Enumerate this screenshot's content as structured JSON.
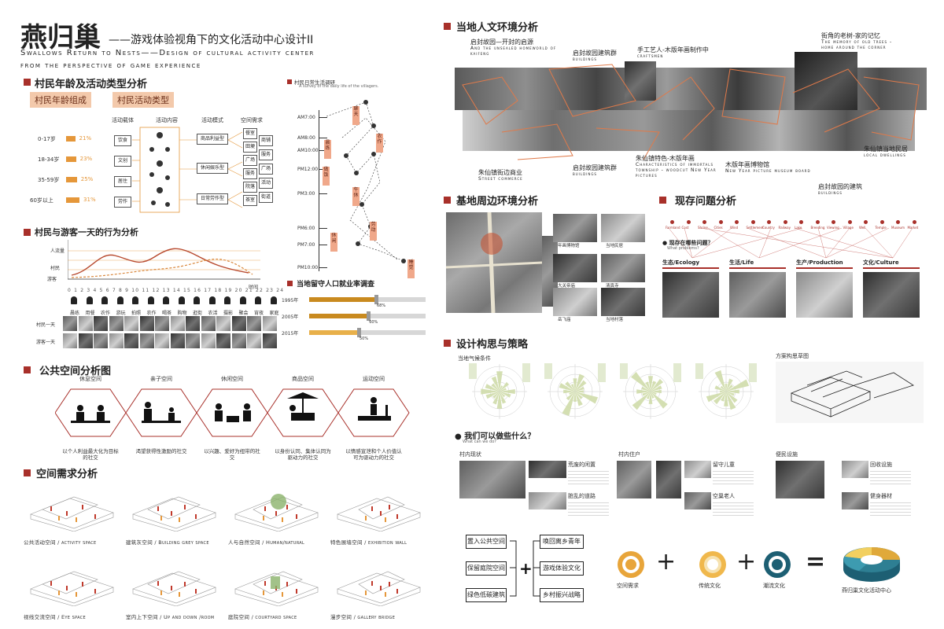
{
  "header": {
    "title_cn": "燕归巢",
    "subtitle_cn": "——游戏体验视角下的文化活动中心设计II",
    "subtitle_en1": "Swallows Return to Nests——Design of cultural activity center",
    "subtitle_en2": "from the perspective of game experience"
  },
  "age_section": {
    "title": "村民年龄及活动类型分析",
    "tag_age": "村民年龄组成",
    "tag_activity": "村民活动类型",
    "col_carrier": "活动载体",
    "col_content": "活动内容",
    "col_mode": "活动模式",
    "col_need": "空间需求",
    "ages": [
      {
        "label": "0-17岁",
        "pct": "21%",
        "value": 21
      },
      {
        "label": "18-34岁",
        "pct": "23%",
        "value": 23
      },
      {
        "label": "35-59岁",
        "pct": "25%",
        "value": 25
      },
      {
        "label": "60岁以上",
        "pct": "31%",
        "value": 31
      }
    ],
    "carriers": [
      "饮食",
      "文创",
      "居住",
      "劳作"
    ],
    "modes": [
      "商品利益型",
      "休闲娱乐型",
      "日常劳作型"
    ],
    "needs": [
      "餐室",
      "田埂",
      "广场",
      "服务",
      "院落",
      "茶室"
    ],
    "needs2": [
      "商铺",
      "服务",
      "广场",
      "活动",
      "街道"
    ]
  },
  "daily": {
    "title": "村民日常生活调研",
    "subtitle": "A survey of the daily life of the villagers.",
    "times": [
      "AM7:00",
      "AM8:00",
      "AM10:00",
      "PM12:00",
      "PM3:00",
      "PM6:00",
      "PM7:00",
      "PM10:00"
    ]
  },
  "behavior": {
    "title": "村民与游客一天的行为分析",
    "y_top": "人流量",
    "y_mid": "村民",
    "y_bot": "游客",
    "x_label": "时间",
    "row1": "村民一天",
    "row2": "游客一天",
    "activities": [
      "晨练",
      "用餐",
      "农作",
      "游玩",
      "拍照",
      "农作",
      "喝茶",
      "购物",
      "逛街",
      "农活",
      "摄影",
      "聚会",
      "宵夜",
      "家庭"
    ]
  },
  "employment": {
    "title": "当地留守人口就业率调查",
    "rows": [
      {
        "year": "1995年",
        "pct": "68%",
        "value": 68
      },
      {
        "year": "2005年",
        "pct": "60%",
        "value": 60
      },
      {
        "year": "2015年",
        "pct": "50%",
        "value": 50
      }
    ]
  },
  "public": {
    "title": "公共空间分析图",
    "items": [
      {
        "label": "休息空间",
        "caption": "以个人利益最大化为目标的社交"
      },
      {
        "label": "亲子空间",
        "caption": "渴望获得性激励的社交"
      },
      {
        "label": "休闲空间",
        "caption": "以兴趣、爱好为纽带的社交"
      },
      {
        "label": "商品空间",
        "caption": "以身份认同、集体认同为驱动力的社交"
      },
      {
        "label": "运动空间",
        "caption": "以情感宣泄和个人价值认可为驱动力的社交"
      }
    ]
  },
  "space_need": {
    "title": "空间需求分析",
    "items": [
      "公共活动空间 / activity space",
      "建筑灰空间 / Building grey space",
      "人与自然空间 / Human/natural",
      "特色展墙空间 / exhibition wall",
      "视线交流空间 / Eye space",
      "室内上下空间 / Up and down /room",
      "庭院空间 / courtyard space",
      "漫步空间 / gallery bridge"
    ]
  },
  "humanity": {
    "title": "当地人文环境分析",
    "labels": [
      {
        "cn": "启封故园—开封的启源",
        "en": "And the unsealed homeworld of kaifeng"
      },
      {
        "cn": "启封故园建筑群",
        "en": "buildings"
      },
      {
        "cn": "手工艺人-木版年画制作中",
        "en": "craftsmen"
      },
      {
        "cn": "街角的老树-家的记忆",
        "en": "The memory of old trees - home around the corner"
      },
      {
        "cn": "朱仙镇街边商业",
        "en": "Street commerce"
      },
      {
        "cn": "启封故园建筑群",
        "en": "buildings"
      },
      {
        "cn": "朱仙镇特色-木版年画",
        "en": "Characteristics of immortals township - woodcut New Year pictures"
      },
      {
        "cn": "木版年画博物馆",
        "en": "New Year picture museum board"
      },
      {
        "cn": "朱仙镇当地民居",
        "en": "local dwellings"
      },
      {
        "cn": "启封故园的建筑",
        "en": "buildings"
      }
    ]
  },
  "site": {
    "title": "基地周边环境分析",
    "thumbs": [
      "年画博物馆",
      "当地民居",
      "大关帝庙",
      "清真寺",
      "岳飞庙",
      "当地村落"
    ]
  },
  "problems": {
    "title": "现存问题分析",
    "subtitle": "现存在哪些问题？",
    "subtitle_en": "What problems?",
    "keywords": [
      "Farmland",
      "Cost",
      "Shrine",
      "Cities",
      "Wind",
      "Settlement",
      "Country",
      "Railway",
      "Lake",
      "Breeding",
      "Viewing",
      "Village",
      "Well",
      "Temple",
      "Museum",
      "Market"
    ],
    "cats": [
      "生态/Ecology",
      "生活/Life",
      "生产/Production",
      "文化/Culture"
    ]
  },
  "strategy": {
    "title": "设计构思与策略",
    "climate": "当地气候条件",
    "sketch": "方案构思草图",
    "what": "我们可以做些什么？",
    "what_en": "What can we do?",
    "groups": [
      "村内现状",
      "村内住户",
      "便民设施"
    ],
    "sub": [
      "荒废的闲置",
      "脏乱的道路",
      "留守儿童",
      "空巢老人",
      "回收设施",
      "健身器材"
    ],
    "left_boxes": [
      "置入公共空间",
      "保留庭院空间",
      "绿色低碳建筑"
    ],
    "right_boxes": [
      "唤回离乡青年",
      "游戏体验文化",
      "乡村振兴战略"
    ],
    "eq": [
      "空间需求",
      "传统文化",
      "潮流文化",
      "燕归巢文化活动中心"
    ],
    "plus": "+",
    "equals": "="
  },
  "colors": {
    "accent": "#a8302a",
    "orange": "#e5973a",
    "teal": "#1d5f73",
    "gold": "#e0a93a"
  }
}
